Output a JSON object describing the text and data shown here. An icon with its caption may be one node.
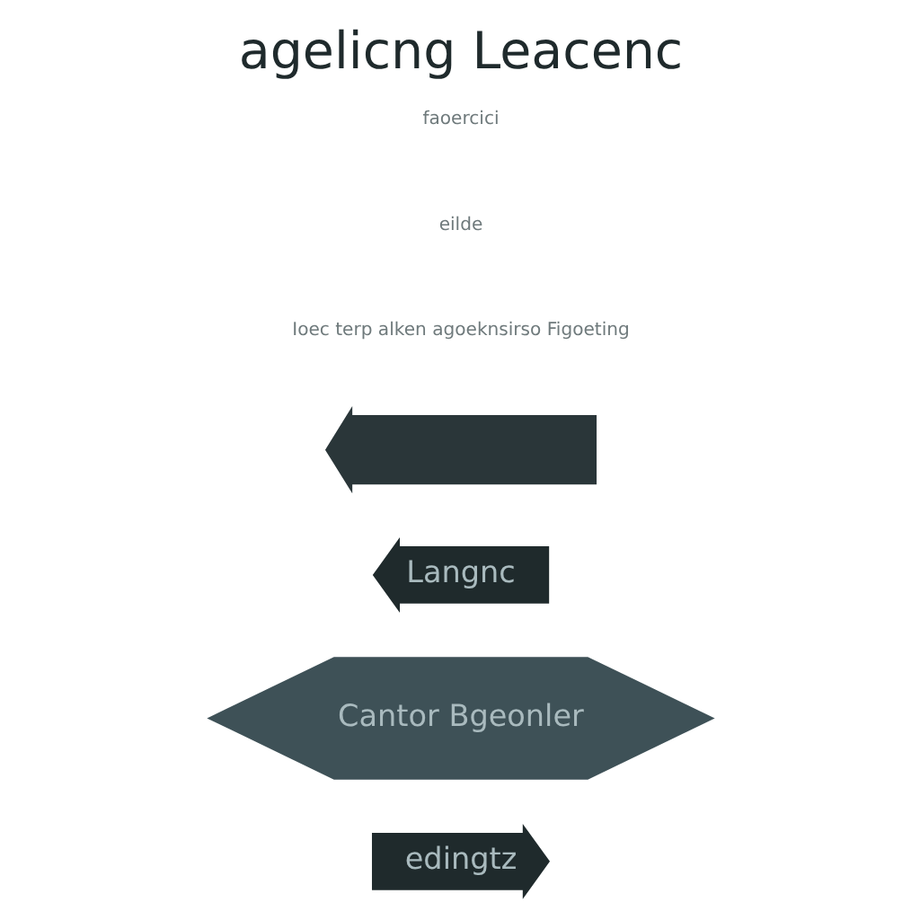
{
  "diagram": {
    "title": "agelicng Leacenc",
    "nodes": [
      {
        "text": [
          "edingtz"
        ]
      },
      {
        "text": [
          "Cantor Bgeonler"
        ]
      },
      {
        "text": [
          "Langnc"
        ]
      },
      {
        "text": [],
        "shape": "arrow"
      }
    ],
    "labels": [
      "Ioec terp alken agoeknsirso Figoeting",
      "eilde",
      "faoercici"
    ]
  }
}
